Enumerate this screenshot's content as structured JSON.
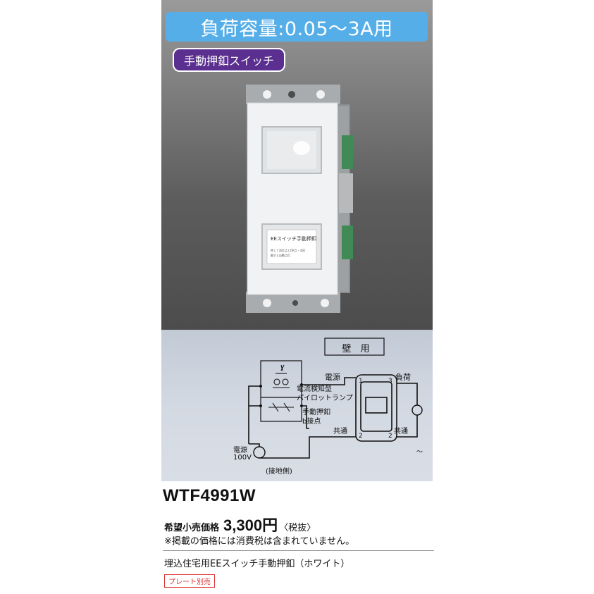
{
  "capacity_banner": "負荷容量:0.05～3A用",
  "type_label": "手動押釦スイッチ",
  "product_label": {
    "title": "EEスイッチ手動押釦",
    "line1": "押して消灯はとOR点・消灯",
    "line2": "離すと自動点灯"
  },
  "diagram": {
    "wall_box": "壁　用",
    "power_top": "電源",
    "load": "負荷",
    "pilot_lamp_1": "電流検知型",
    "pilot_lamp_2": "パイロットランプ",
    "manual_button_1": "手動押釦",
    "manual_button_2": "b接点",
    "common_left": "共通",
    "common_right": "共通",
    "power_left": "電源",
    "voltage": "100V",
    "ground_side": "(接地側)",
    "terminal_1": "1",
    "terminal_3": "3",
    "terminal_2a": "2",
    "terminal_2b": "2",
    "lamp_symbol": "L",
    "ac_symbol": "～"
  },
  "model": "WTF4991W",
  "price": {
    "label": "希望小売価格",
    "value": "3,300円",
    "note": "〈税抜〉"
  },
  "tax_note": "※掲載の価格には消費税は含まれていません。",
  "description": "埋込住宅用EEスイッチ手動押釦（ホワイト）",
  "plate_note": "プレート別売",
  "colors": {
    "banner": "#56aee8",
    "type_label": "#5a2f8f",
    "plate_note": "#dd3333"
  }
}
